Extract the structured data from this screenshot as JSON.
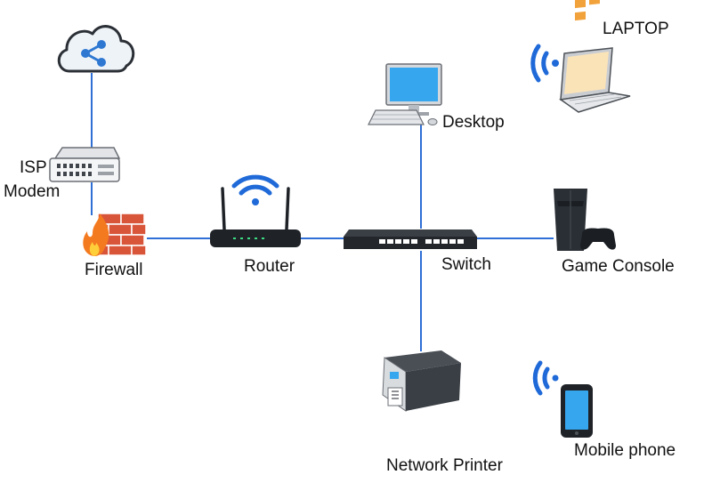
{
  "labels": {
    "isp_modem_line1": "ISP",
    "isp_modem_line2": "Modem",
    "firewall": "Firewall",
    "router": "Router",
    "switch": "Switch",
    "desktop": "Desktop",
    "laptop": "LAPTOP",
    "game_console": "Game Console",
    "network_printer": "Network Printer",
    "mobile_phone": "Mobile phone"
  },
  "icons": {
    "cloud": "cloud-share-icon",
    "modem": "modem-icon",
    "firewall": "firewall-icon",
    "router": "wifi-router-icon",
    "switch": "network-switch-icon",
    "desktop": "desktop-computer-icon",
    "laptop": "laptop-icon",
    "console": "game-console-icon",
    "printer": "printer-icon",
    "phone": "mobile-phone-icon",
    "wifi": "wifi-signal-icon"
  },
  "colors": {
    "link": "#2f6fd6",
    "wifi": "#1f6ad8",
    "cloud_fill": "#eef3f8",
    "cloud_stroke": "#2b2f36",
    "share": "#2e78d2",
    "device_dark": "#1f2328",
    "firewall_brick": "#d9553a",
    "flame": "#f47a1f",
    "screen": "#36a6ee"
  }
}
